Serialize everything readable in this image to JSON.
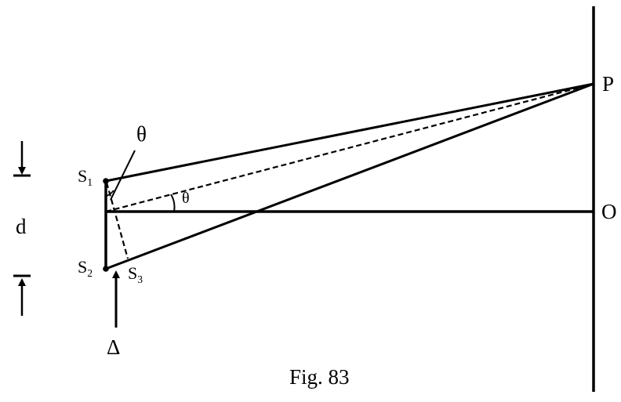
{
  "diagram": {
    "labels": {
      "P": "P",
      "O": "O",
      "d": "d",
      "theta_top": "θ",
      "theta_angle": "θ",
      "S1": "S",
      "S1_sub": "1",
      "S2": "S",
      "S2_sub": "2",
      "S3": "S",
      "S3_sub": "3",
      "delta": "Δ"
    },
    "caption": "Fig. 83"
  },
  "colors": {
    "ink": "#000000",
    "background": "#ffffff"
  }
}
